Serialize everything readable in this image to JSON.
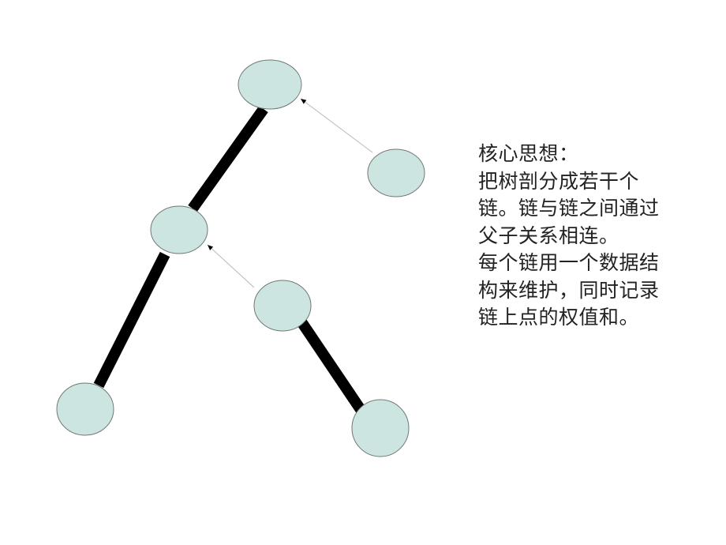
{
  "colors": {
    "node_fill": "#cde5e1",
    "node_stroke": "#6f7775",
    "heavy_edge": "#000000",
    "light_edge": "#b9b9b9"
  },
  "explanation": {
    "lines": [
      "核心思想：",
      "把树剖分成若干个",
      "链。链与链之间通过",
      "父子关系相连。",
      "每个链用一个数据结",
      "构来维护，同时记录",
      "链上点的权值和。"
    ]
  }
}
